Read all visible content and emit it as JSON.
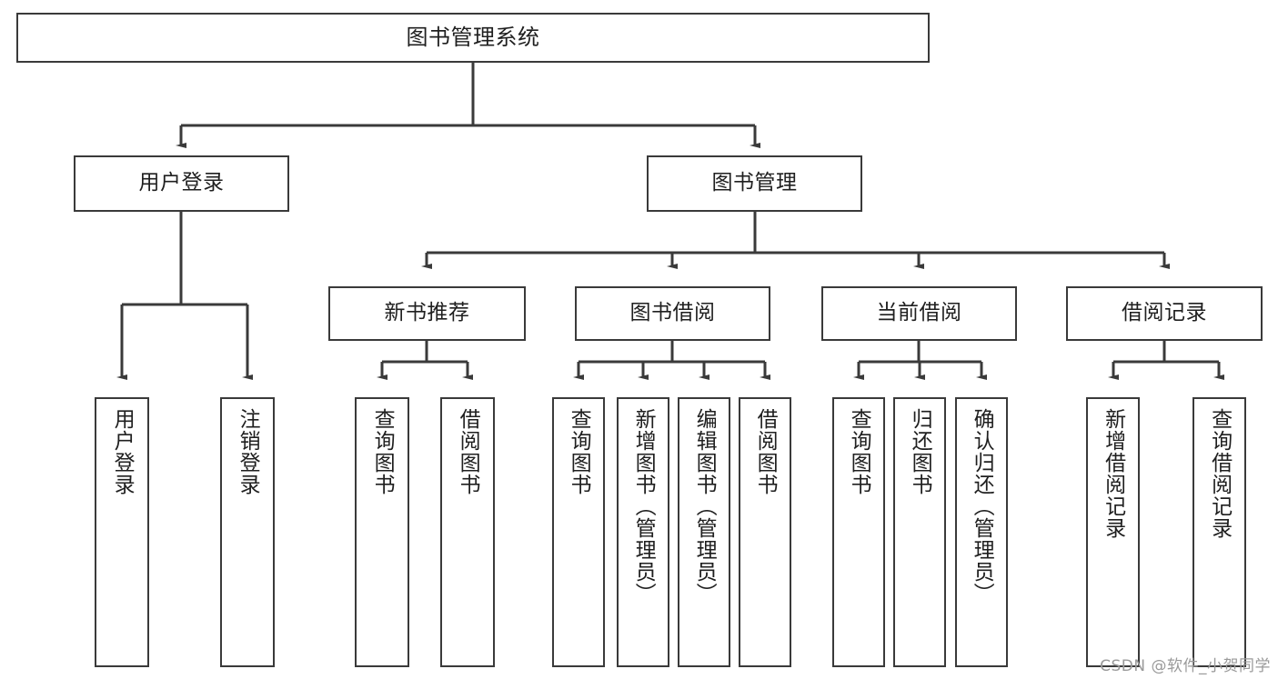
{
  "diagram": {
    "type": "tree-hierarchy-chart",
    "title": "图书管理系统",
    "root": {
      "id": "root",
      "label": "图书管理系统"
    },
    "level2": [
      {
        "id": "user-login",
        "label": "用户登录"
      },
      {
        "id": "book-management",
        "label": "图书管理"
      }
    ],
    "level3": [
      {
        "id": "new-book-recommend",
        "label": "新书推荐",
        "parent": "book-management"
      },
      {
        "id": "book-borrow",
        "label": "图书借阅",
        "parent": "book-management"
      },
      {
        "id": "current-borrow",
        "label": "当前借阅",
        "parent": "book-management"
      },
      {
        "id": "borrow-record",
        "label": "借阅记录",
        "parent": "book-management"
      }
    ],
    "leaves": [
      {
        "id": "leaf-user-login",
        "label": "用户登录",
        "parent": "user-login"
      },
      {
        "id": "leaf-logout",
        "label": "注销登录",
        "parent": "user-login"
      },
      {
        "id": "leaf-query-book-1",
        "label": "查询图书",
        "parent": "new-book-recommend"
      },
      {
        "id": "leaf-borrow-book-1",
        "label": "借阅图书",
        "parent": "new-book-recommend"
      },
      {
        "id": "leaf-query-book-2",
        "label": "查询图书",
        "parent": "book-borrow"
      },
      {
        "id": "leaf-add-book",
        "label": "新增图书（管理员）",
        "parent": "book-borrow"
      },
      {
        "id": "leaf-edit-book",
        "label": "编辑图书（管理员）",
        "parent": "book-borrow"
      },
      {
        "id": "leaf-borrow-book-2",
        "label": "借阅图书",
        "parent": "book-borrow"
      },
      {
        "id": "leaf-query-book-3",
        "label": "查询图书",
        "parent": "current-borrow"
      },
      {
        "id": "leaf-return-book",
        "label": "归还图书",
        "parent": "current-borrow"
      },
      {
        "id": "leaf-confirm-return",
        "label": "确认归还（管理员）",
        "parent": "current-borrow"
      },
      {
        "id": "leaf-add-record",
        "label": "新增借阅记录",
        "parent": "borrow-record"
      },
      {
        "id": "leaf-query-record",
        "label": "查询借阅记录",
        "parent": "borrow-record"
      }
    ],
    "colors": {
      "border": "#3a3a3a",
      "text": "#1f1f1f",
      "background": "#ffffff",
      "watermark": "#9a9a9a"
    }
  },
  "watermark": {
    "text": "CSDN @软件_小贺同学"
  }
}
